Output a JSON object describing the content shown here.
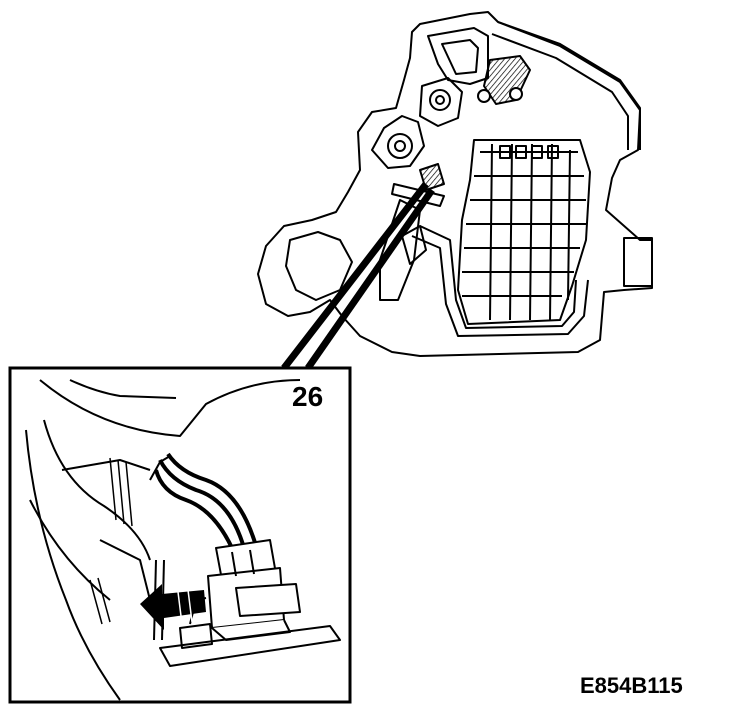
{
  "diagram": {
    "callout_number": "26",
    "figure_code": "E854B115"
  },
  "colors": {
    "line": "#000000",
    "background": "#ffffff",
    "hatch": "#000000"
  },
  "icons": {
    "arrow": "left-pointing-block-arrow",
    "connector": "electrical-connector"
  }
}
